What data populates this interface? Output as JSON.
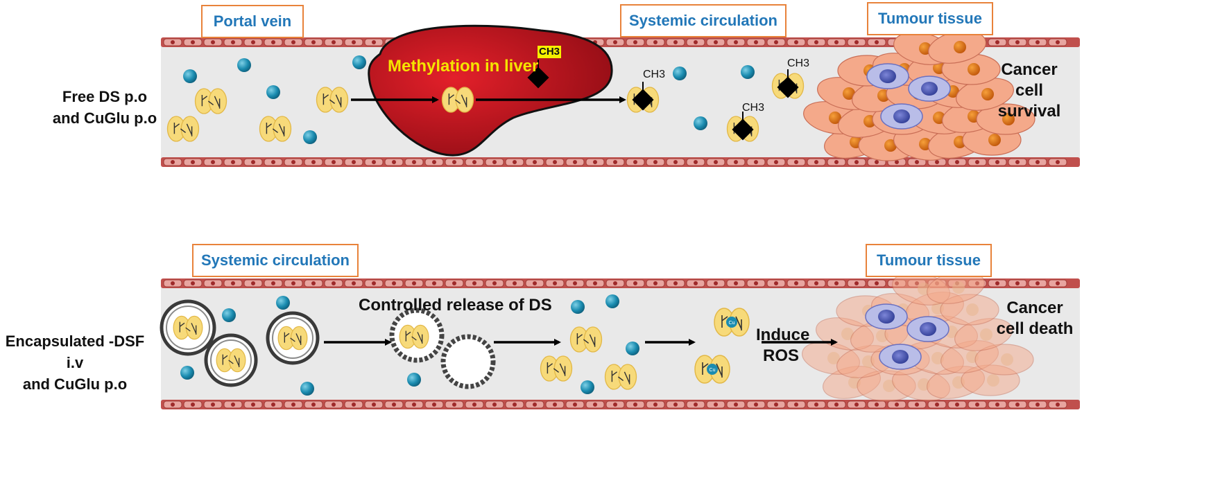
{
  "top_panel": {
    "route_label": [
      "Free DS p.o",
      "and CuGlu p.o"
    ],
    "box_portal_vein": "Portal vein",
    "box_systemic": "Systemic circulation",
    "box_tumour": "Tumour tissue",
    "liver_text": "Methylation in liver",
    "ch3_highlight": "CH3",
    "ch3_labels": [
      "CH3",
      "CH3",
      "CH3"
    ],
    "outcome": [
      "Cancer",
      "cell",
      "survival"
    ]
  },
  "bottom_panel": {
    "route_label": [
      "Encapsulated -DSF",
      "i.v",
      "and CuGlu p.o"
    ],
    "box_systemic": "Systemic circulation",
    "box_tumour": "Tumour tissue",
    "release_text": "Controlled release of DS",
    "induce_text": [
      "Induce",
      "ROS"
    ],
    "outcome": [
      "Cancer",
      "cell death"
    ]
  },
  "colors": {
    "vessel_wall": "#C0504D",
    "lumen": "#E9E9E9",
    "liver": "#C0141C",
    "label_border": "#E8823A",
    "label_text": "#2277B8",
    "blue_dot": "#1B8CB0",
    "ds_molecule": "#F7DA7A",
    "cancer_cell": "#F4A98A"
  }
}
